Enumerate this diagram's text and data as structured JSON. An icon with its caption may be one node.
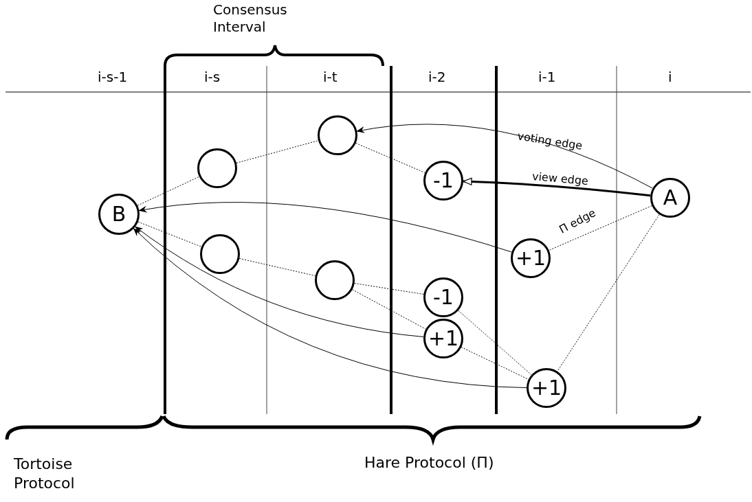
{
  "diagram": {
    "nodes": [
      {
        "text": [
          "B"
        ]
      },
      {
        "text": [],
        "shape": "circle"
      },
      {
        "text": [],
        "shape": "circle"
      },
      {
        "text": [],
        "shape": "circle"
      },
      {
        "text": [],
        "shape": "circle"
      },
      {
        "text": [
          "-1"
        ]
      },
      {
        "text": [
          "-1"
        ]
      },
      {
        "text": [
          "+1"
        ]
      },
      {
        "text": [
          "+1"
        ]
      },
      {
        "text": [
          "+1"
        ]
      },
      {
        "text": [
          "A"
        ]
      }
    ],
    "edges": [
      {
        "from": 10,
        "to": 3,
        "arrow": "to",
        "label": "voting edge"
      },
      {
        "from": 10,
        "to": 5,
        "arrow": "to",
        "label": "view edge",
        "style": "thick"
      },
      {
        "from": 10,
        "to": 8,
        "arrow": "none",
        "label": "Π edge",
        "style": "dashed"
      },
      {
        "from": 10,
        "to": 9,
        "arrow": "none",
        "style": "dashed"
      },
      {
        "from": 8,
        "to": 0,
        "arrow": "to"
      },
      {
        "from": 7,
        "to": 0,
        "arrow": "to"
      },
      {
        "from": 9,
        "to": 0,
        "arrow": "to"
      },
      {
        "from": 0,
        "to": 1,
        "arrow": "none",
        "style": "dashed"
      },
      {
        "from": 1,
        "to": 3,
        "arrow": "none",
        "style": "dashed"
      },
      {
        "from": 3,
        "to": 5,
        "arrow": "none",
        "style": "dashed"
      },
      {
        "from": 0,
        "to": 2,
        "arrow": "none",
        "style": "dashed"
      },
      {
        "from": 2,
        "to": 4,
        "arrow": "none",
        "style": "dashed"
      },
      {
        "from": 4,
        "to": 6,
        "arrow": "none",
        "style": "dashed"
      },
      {
        "from": 4,
        "to": 7,
        "arrow": "none",
        "style": "dashed"
      },
      {
        "from": 6,
        "to": 9,
        "arrow": "none",
        "style": "dashed"
      },
      {
        "from": 7,
        "to": 9,
        "arrow": "none",
        "style": "dashed"
      }
    ],
    "labels": [
      "Consensus Interval",
      "i-s-1",
      "i-s",
      "i-t",
      "i-2",
      "i-1",
      "i",
      "Tortoise Protocol",
      "Hare Protocol (Π)"
    ]
  }
}
